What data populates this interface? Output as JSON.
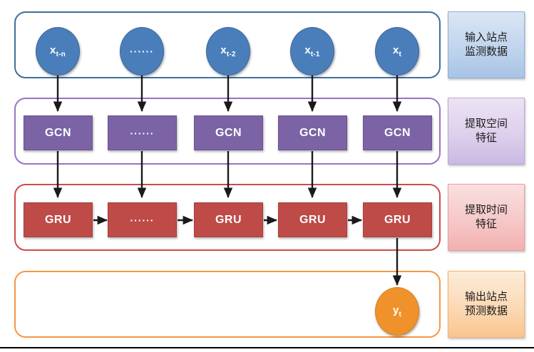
{
  "diagram": {
    "title": "GCN-GRU spatiotemporal station forecasting pipeline",
    "colors": {
      "input_node": "#4A7EBB",
      "spatial_cell": "#7B63A5",
      "temporal_cell": "#BE4B48",
      "output_node": "#F0922B",
      "input_border": "#3E6E9E",
      "spatial_border": "#9A72C4",
      "temporal_border": "#CC4B4B",
      "output_border": "#F79646",
      "arrow": "#1a1a1a"
    }
  },
  "rows": {
    "input": {
      "stage_name": "input-layer",
      "nodes": [
        {
          "base": "x",
          "sub": "t-n",
          "is_ellipsis": false
        },
        {
          "base": "······",
          "sub": "",
          "is_ellipsis": true
        },
        {
          "base": "x",
          "sub": "t-2",
          "is_ellipsis": false
        },
        {
          "base": "x",
          "sub": "t-1",
          "is_ellipsis": false
        },
        {
          "base": "x",
          "sub": "t",
          "is_ellipsis": false
        }
      ]
    },
    "spatial": {
      "stage_name": "gcn-layer",
      "cells": [
        {
          "label": "GCN",
          "is_ellipsis": false
        },
        {
          "label": "······",
          "is_ellipsis": true
        },
        {
          "label": "GCN",
          "is_ellipsis": false
        },
        {
          "label": "GCN",
          "is_ellipsis": false
        },
        {
          "label": "GCN",
          "is_ellipsis": false
        }
      ]
    },
    "temporal": {
      "stage_name": "gru-layer",
      "cells": [
        {
          "label": "GRU",
          "is_ellipsis": false
        },
        {
          "label": "······",
          "is_ellipsis": true
        },
        {
          "label": "GRU",
          "is_ellipsis": false
        },
        {
          "label": "GRU",
          "is_ellipsis": false
        },
        {
          "label": "GRU",
          "is_ellipsis": false
        }
      ]
    },
    "output": {
      "stage_name": "output-layer",
      "node": {
        "base": "y",
        "sub": "t"
      }
    }
  },
  "legend": {
    "input": {
      "line1": "输入站点",
      "line2": "监测数据"
    },
    "spatial": {
      "line1": "提取空间",
      "line2": "特征"
    },
    "temporal": {
      "line1": "提取时间",
      "line2": "特征"
    },
    "output": {
      "line1": "输出站点",
      "line2": "预测数据"
    }
  }
}
